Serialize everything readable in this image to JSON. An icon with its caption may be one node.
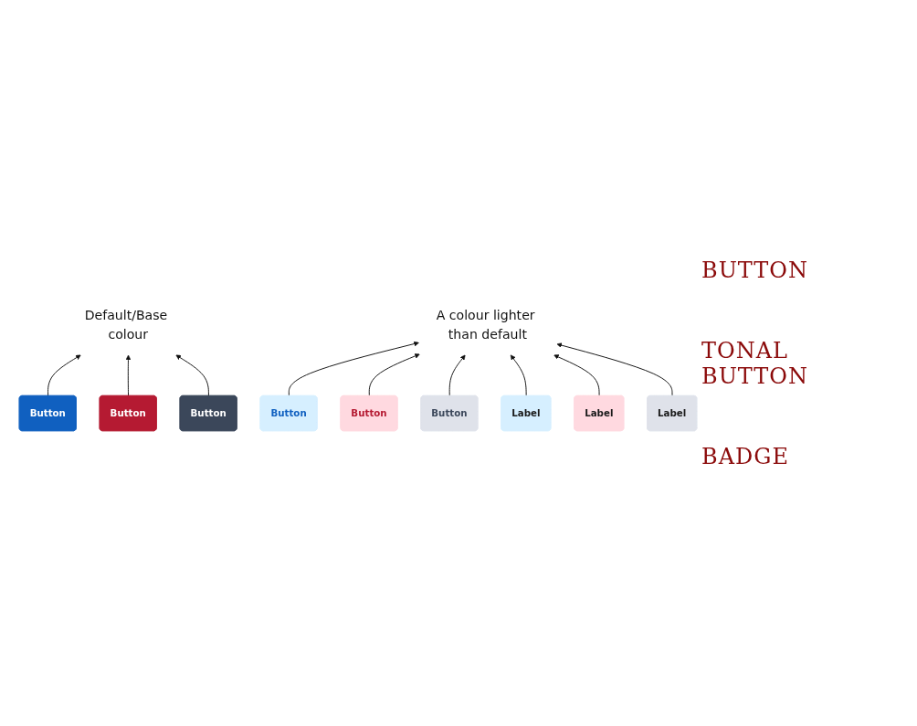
{
  "diagram": {
    "nodes": [
      {
        "text": [
          "Default/Base colour"
        ]
      },
      {
        "text": [
          "Button"
        ]
      },
      {
        "text": [
          "Button"
        ]
      },
      {
        "text": [
          "Button"
        ]
      },
      {
        "text": [
          "Button"
        ]
      },
      {
        "text": [
          "Button"
        ]
      },
      {
        "text": [
          "Button"
        ]
      },
      {
        "text": [
          "A colour lighter than default"
        ]
      },
      {
        "text": [
          "Label"
        ]
      },
      {
        "text": [
          "Label"
        ]
      },
      {
        "text": [
          "Label"
        ]
      }
    ],
    "edges": [
      {
        "from": 1,
        "to": 0,
        "arrow": "to"
      },
      {
        "from": 2,
        "to": 0,
        "arrow": "to"
      },
      {
        "from": 3,
        "to": 0,
        "arrow": "to"
      },
      {
        "from": 4,
        "to": 7,
        "arrow": "to"
      },
      {
        "from": 5,
        "to": 7,
        "arrow": "to"
      },
      {
        "from": 6,
        "to": 7,
        "arrow": "to"
      },
      {
        "from": 8,
        "to": 7,
        "arrow": "to"
      },
      {
        "from": 9,
        "to": 7,
        "arrow": "to"
      },
      {
        "from": 10,
        "to": 7,
        "arrow": "to"
      }
    ],
    "labels": [
      "BUTTON",
      "TONAL BUTTON",
      "BADGE"
    ]
  }
}
